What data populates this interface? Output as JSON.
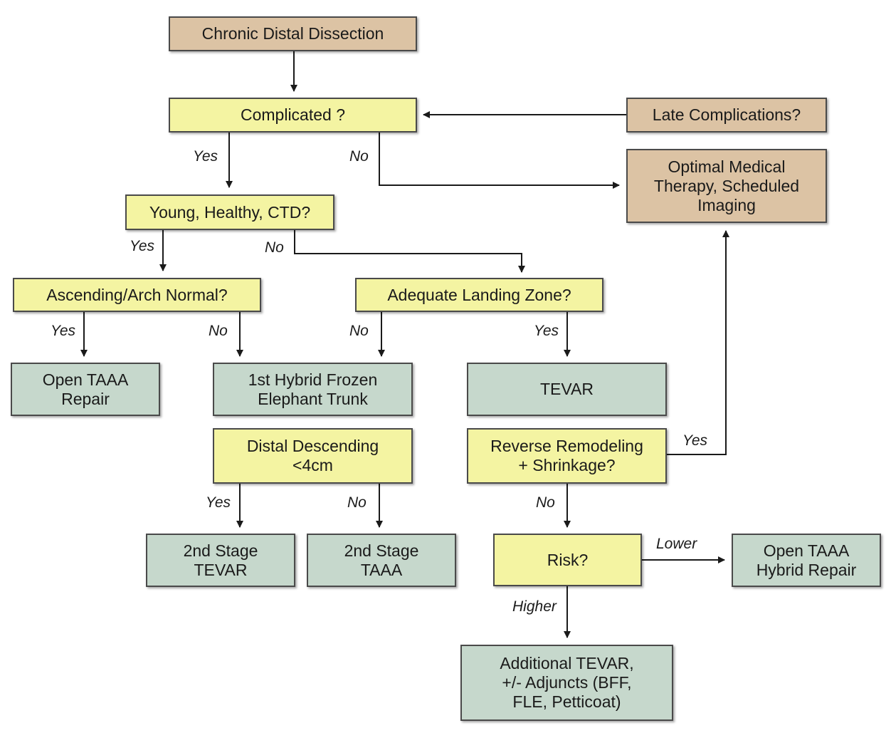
{
  "colors": {
    "tan": "#dcc3a4",
    "yellow": "#f4f4a2",
    "green": "#c6d8cc",
    "line": "#1a1a1a"
  },
  "nodes": {
    "chronic": "Chronic Distal Dissection",
    "complicated": "Complicated ?",
    "late": "Late Complications?",
    "omt": "Optimal Medical\nTherapy, Scheduled\nImaging",
    "young": "Young, Healthy, CTD?",
    "asc": "Ascending/Arch Normal?",
    "landing": "Adequate Landing Zone?",
    "open_taaa": "Open TAAA\nRepair",
    "hybrid_fet": "1st Hybrid Frozen\nElephant Trunk",
    "tevar": "TEVAR",
    "distal_desc": "Distal Descending\n<4cm",
    "reverse": "Reverse Remodeling\n+ Shrinkage?",
    "stage_tevar": "2nd Stage\nTEVAR",
    "stage_taaa": "2nd Stage\nTAAA",
    "risk": "Risk?",
    "open_hybrid": "Open TAAA\nHybrid Repair",
    "additional": "Additional TEVAR,\n+/- Adjuncts (BFF,\nFLE, Petticoat)"
  },
  "labels": {
    "comp_yes": "Yes",
    "comp_no": "No",
    "young_yes": "Yes",
    "young_no": "No",
    "asc_yes": "Yes",
    "asc_no": "No",
    "land_no": "No",
    "land_yes": "Yes",
    "rev_yes": "Yes",
    "dd_yes": "Yes",
    "dd_no": "No",
    "rev_no": "No",
    "risk_lower": "Lower",
    "risk_higher": "Higher"
  }
}
